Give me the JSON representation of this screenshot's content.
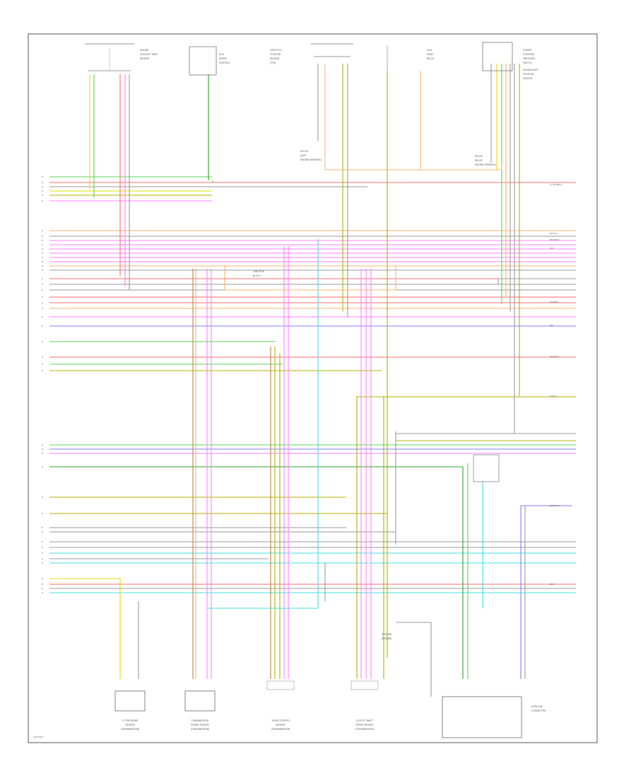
{
  "footer_code": "W0000000",
  "colors": {
    "red": "#ff6b6b",
    "green": "#5ad65a",
    "yellow": "#e0e000",
    "orange": "#ffb070",
    "pink": "#ff80ff",
    "gray": "#9a9a9a",
    "blue": "#7f7fff",
    "cyan": "#40e0e0",
    "olive": "#b0b000",
    "brown": "#c08040",
    "dkgreen": "#2ea02e",
    "black": "#333333"
  },
  "top_components": [
    {
      "name": "top-component-1",
      "lines": [
        "ENGINE",
        "COOLANT TEMP",
        "SENSOR"
      ]
    },
    {
      "name": "top-component-2",
      "lines": [
        "IDLE",
        "SPEED",
        "CONTROL"
      ]
    },
    {
      "name": "top-component-3",
      "lines": [
        "THROTTLE",
        "POSITION",
        "SENSOR",
        "(TPS)"
      ]
    },
    {
      "name": "top-component-4",
      "lines": [
        "FUEL",
        "PUMP",
        "RELAY"
      ]
    },
    {
      "name": "top-component-5",
      "lines": [
        "POWER",
        "STEERING",
        "PRESSURE",
        "SWITCH"
      ]
    },
    {
      "name": "top-component-6",
      "lines": [
        "CRANKSHAFT",
        "POSITION",
        "SENSOR"
      ]
    }
  ],
  "bottom_components": [
    {
      "name": "bottom-component-1",
      "lines": [
        "TC PRESSURE",
        "SENSOR",
        "(TRANSMISSION)"
      ]
    },
    {
      "name": "bottom-component-2",
      "lines": [
        "TRANSMISSION",
        "RANGE SENSOR",
        "(TRANSMISSION)"
      ]
    },
    {
      "name": "bottom-component-3",
      "lines": [
        "VEHICLE SPEED",
        "SENSOR",
        "(TRANSMISSION)"
      ]
    },
    {
      "name": "bottom-component-4",
      "lines": [
        "OUTPUT SHAFT",
        "SPEED SENSOR",
        "(TRANSMISSION)"
      ]
    },
    {
      "name": "bottom-component-5",
      "lines": [
        "DATA LINK",
        "CONNECTOR"
      ]
    }
  ],
  "side_notes": [
    {
      "name": "splice-note-1",
      "lines": [
        "SPLICE",
        "(LEFT",
        "ENGINE HARNESS)"
      ]
    },
    {
      "name": "splice-note-2",
      "lines": [
        "SPLICE",
        "(RIGHT",
        "ENGINE HARNESS)"
      ]
    },
    {
      "name": "junction-note",
      "lines": [
        "JUNCTION",
        "BLOCK"
      ]
    },
    {
      "name": "ground-note",
      "lines": [
        "GROUND",
        "(ENGINE)"
      ]
    }
  ],
  "wire_labels": [
    "LT GRN/BLK",
    "DK BLU",
    "BLK/WHT",
    "GRY",
    "TAN/BLK",
    "PPL",
    "ORG/BLK",
    "LT BLU",
    "RED/WHT",
    "BRN"
  ]
}
